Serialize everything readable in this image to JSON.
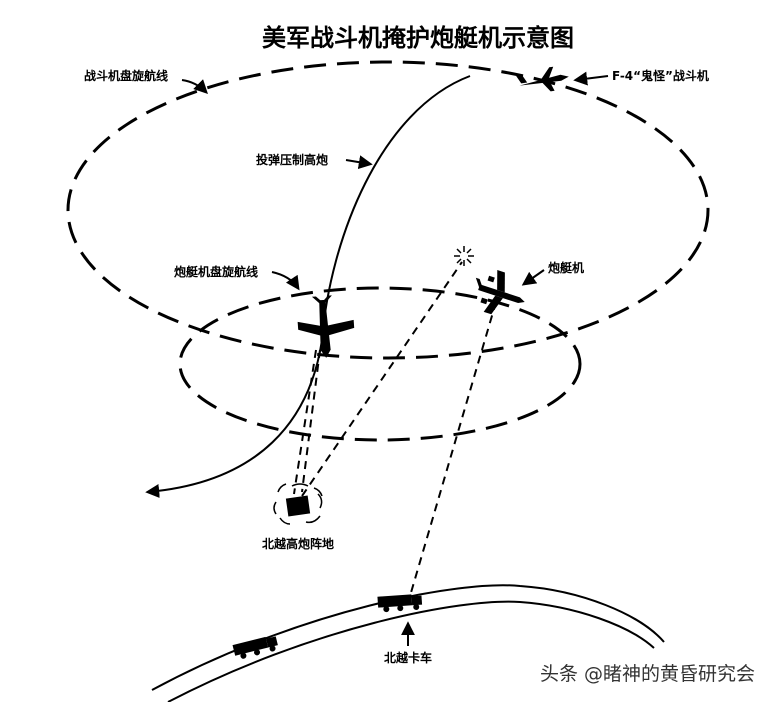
{
  "title": "美军战斗机掩护炮艇机示意图",
  "labels": {
    "fighter_orbit": "战斗机盘旋航线",
    "f4_fighter": "F-4“鬼怪”战斗机",
    "bomb_suppress": "投弹压制高炮",
    "gunship_orbit": "炮艇机盘旋航线",
    "gunship": "炮艇机",
    "aa_site": "北越高炮阵地",
    "truck": "北越卡车"
  },
  "watermark": "头条 @睹神的黄昏研究会"
}
